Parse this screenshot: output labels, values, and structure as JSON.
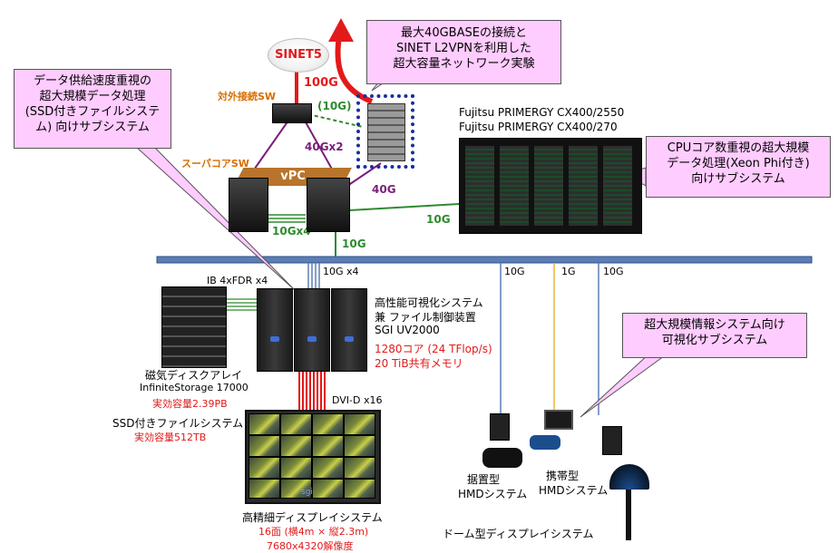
{
  "callouts": {
    "top_right": [
      "最大40GBASEの接続と",
      "SINET L2VPNを利用した",
      "超大容量ネットワーク実験"
    ],
    "top_left": [
      "データ供給速度重視の",
      "超大規模データ処理",
      "(SSD付きファイルシステ",
      "ム) 向けサブシステム"
    ],
    "mid_right": [
      "CPUコア数重視の超大規模",
      "データ処理(Xeon Phi付き)",
      "向けサブシステム"
    ],
    "bottom_right": [
      "超大規模情報システム向け",
      "可視化サブシステム"
    ]
  },
  "network": {
    "sinet": "SINET5",
    "link_100g": "100G",
    "link_10g_paren": "(10G)",
    "external_sw": "対外接続SW",
    "link_40gx2": "40Gx2",
    "super_core_sw": "スーパコアSW",
    "vpc": "vPC",
    "link_40g": "40G",
    "link_10gx4_left": "10Gx4",
    "link_10g_core": "10G",
    "link_10g_cluster": "10G",
    "link_10gx4_uv": "10G x4",
    "link_10g_a": "10G",
    "link_1g": "1G",
    "link_10g_b": "10G",
    "ib": "IB 4xFDR x4",
    "dvi": "DVI-D x16"
  },
  "fujitsu": [
    "Fujitsu PRIMERGY  CX400/2550",
    "Fujitsu PRIMERGY  CX400/270"
  ],
  "uv": {
    "lines": [
      "高性能可視化システム",
      "兼 ファイル制御装置",
      "SGI UV2000"
    ],
    "red_lines": [
      "1280コア (24 TFlop/s)",
      "20 TiB共有メモリ"
    ]
  },
  "disk": {
    "title": "磁気ディスクアレイ",
    "model": "InfiniteStorage 17000",
    "capacity": "実効容量2.39PB"
  },
  "ssd": {
    "title": "SSD付きファイルシステム",
    "capacity": "実効容量512TB"
  },
  "display": {
    "title": "高精細ディスプレイシステム",
    "size": "16面 (横4m × 縦2.3m)",
    "resolution": "7680x4320解像度",
    "logo": "sgi"
  },
  "hmd": {
    "fixed": [
      "据置型",
      "HMDシステム"
    ],
    "portable": [
      "携帯型",
      "HMDシステム"
    ],
    "dome": "ドーム型ディスプレイシステム"
  },
  "colors": {
    "red": "#e31a1a",
    "green": "#2e8b2e",
    "purple": "#7b1f7b",
    "orange": "#d86e00",
    "bus": "#5b7fb5",
    "callout": "#ffccff"
  }
}
